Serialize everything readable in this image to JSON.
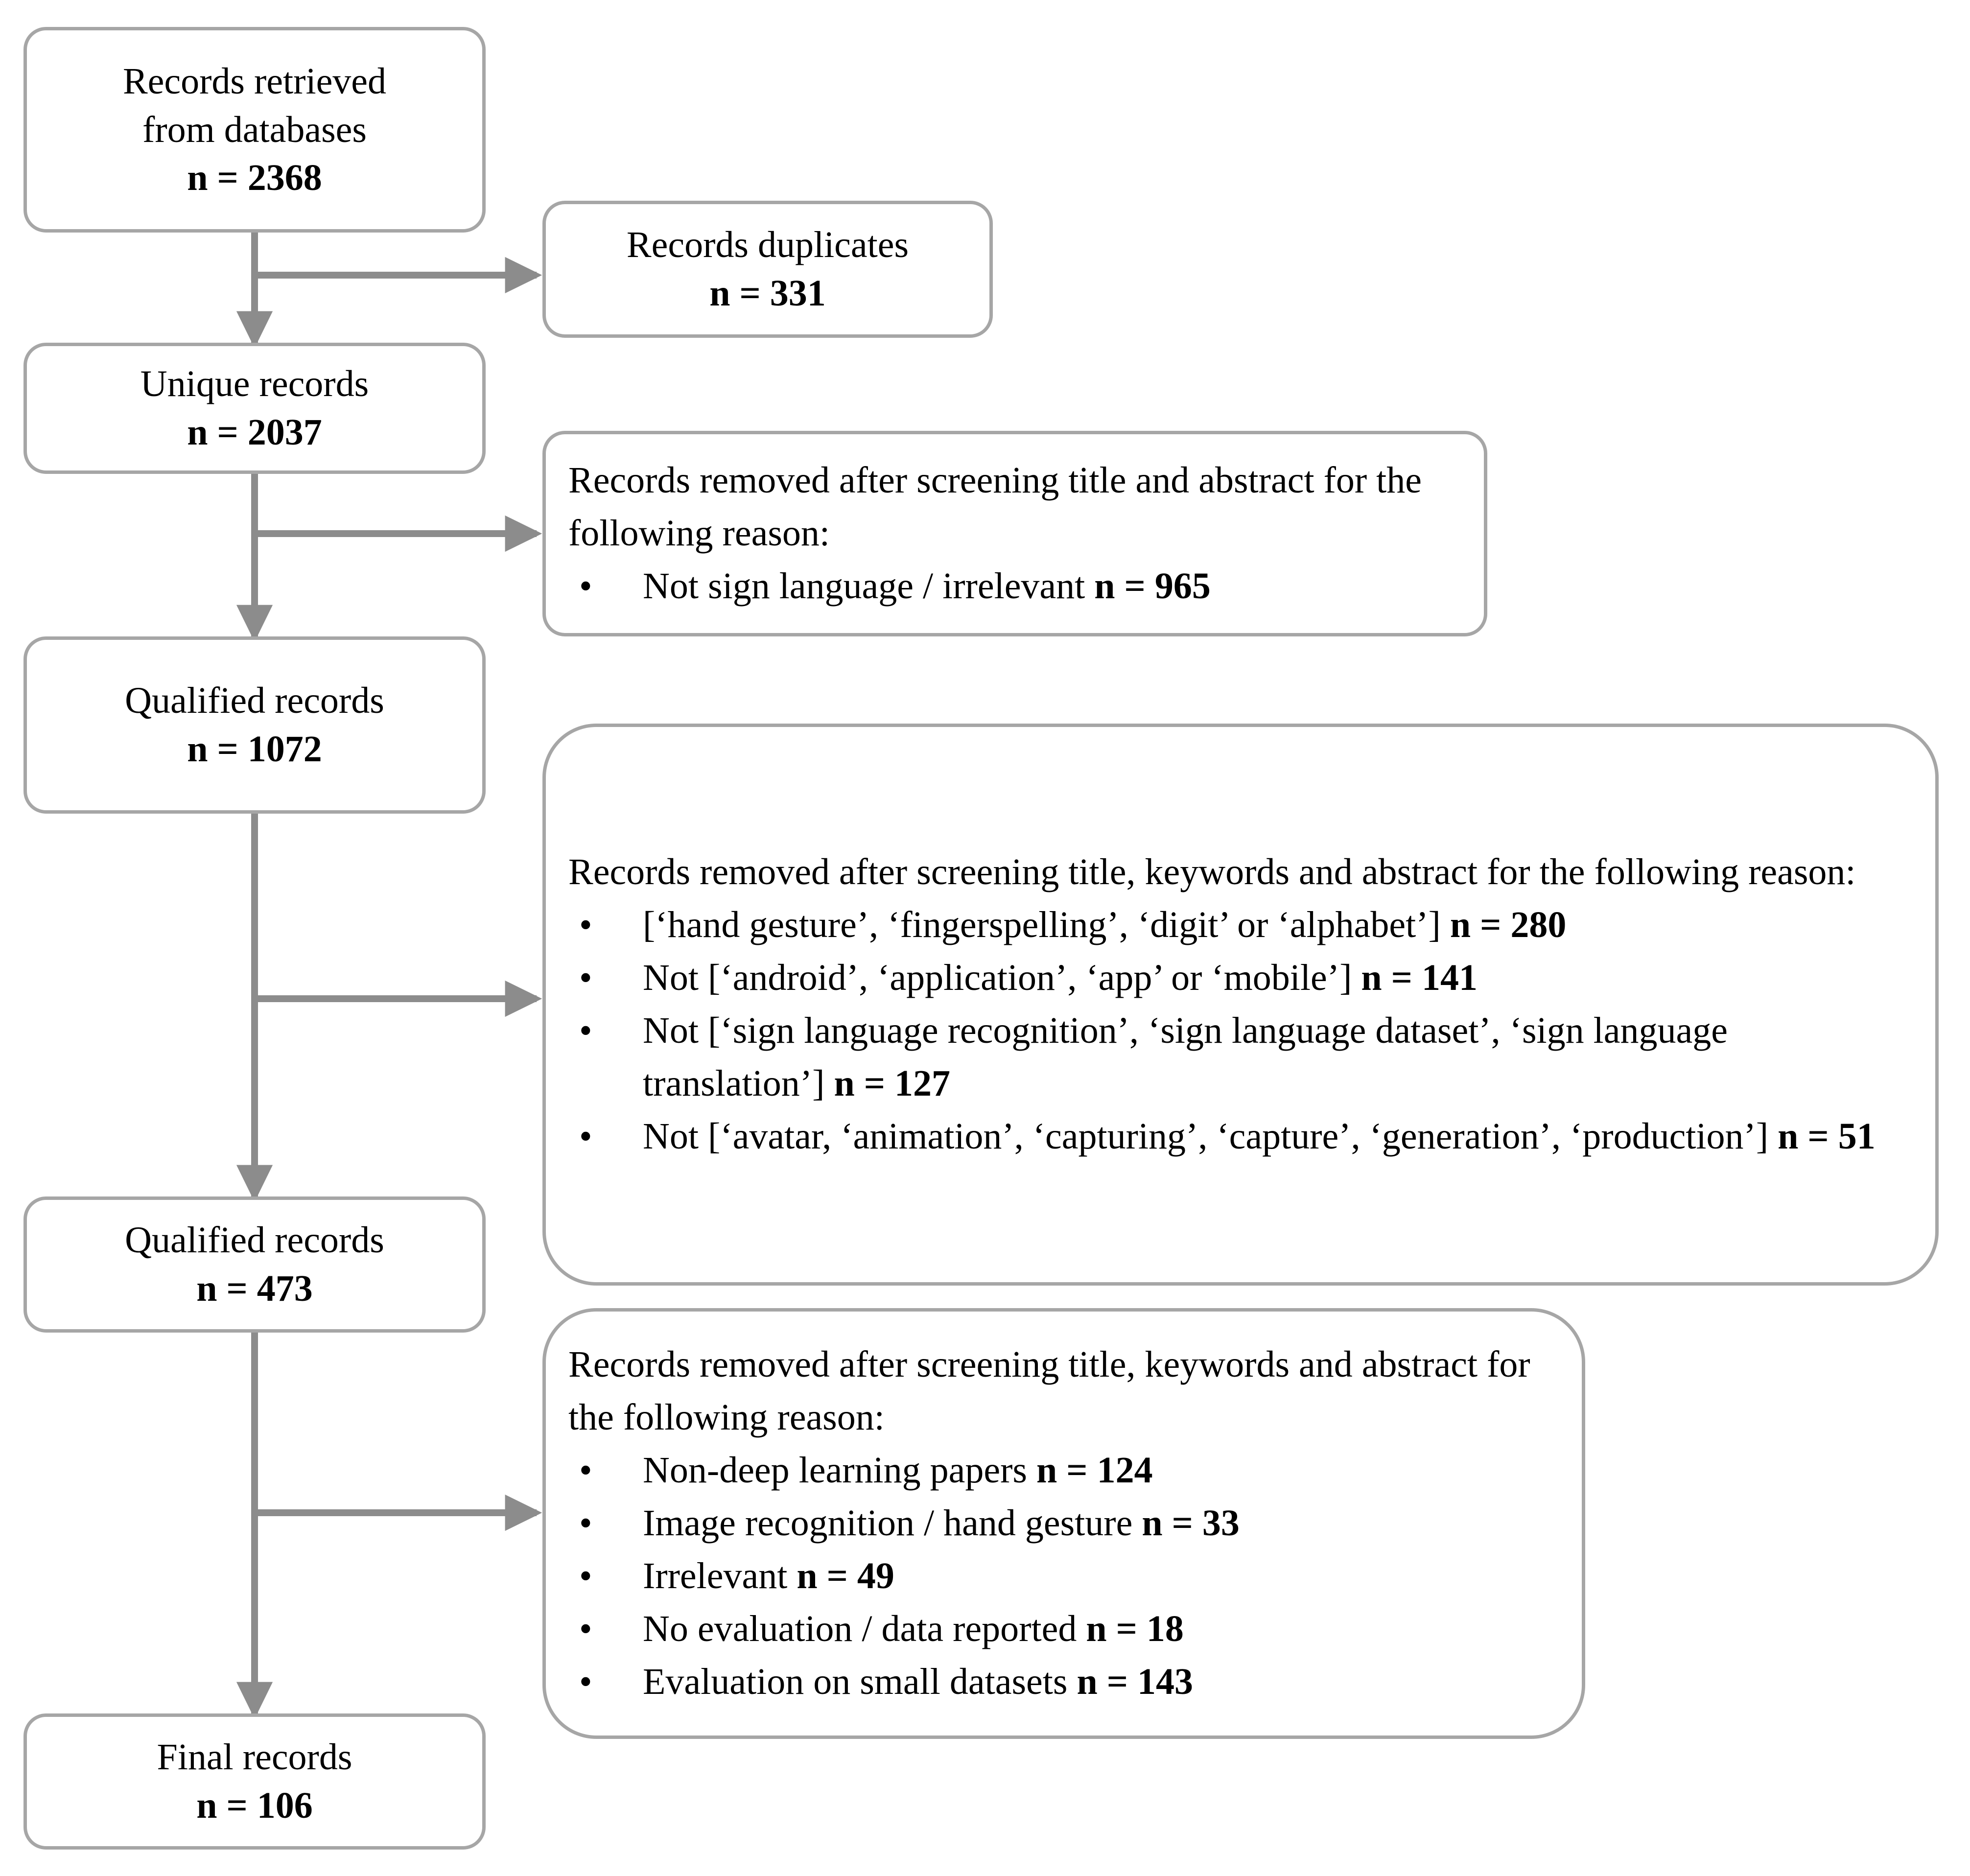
{
  "diagram": {
    "title": "PRISMA record screening flow",
    "accent_color": "#a6a6a6",
    "text_color": "#000000",
    "background": "#ffffff"
  },
  "flow_nodes": [
    {
      "id": "records-retrieved",
      "line1": "Records retrieved",
      "line2": "from databases",
      "count": "n = 2368"
    },
    {
      "id": "unique-records",
      "line1": "Unique records",
      "line2": "",
      "count": "n = 2037"
    },
    {
      "id": "qualified-records-1",
      "line1": "Qualified records",
      "line2": "",
      "count": "n = 1072"
    },
    {
      "id": "qualified-records-2",
      "line1": "Qualified records",
      "line2": "",
      "count": "n = 473"
    },
    {
      "id": "final-records",
      "line1": "Final records",
      "line2": "",
      "count": "n = 106"
    }
  ],
  "exclusion_panels": [
    {
      "id": "records-duplicates",
      "head": "Records duplicates",
      "count": "n = 331",
      "bullets": []
    },
    {
      "id": "removed-title-abstract",
      "head": "Records removed after screening title and abstract for the following reason:",
      "count": "",
      "bullets": [
        {
          "text": "Not sign language / irrelevant ",
          "n": "n = 965"
        }
      ]
    },
    {
      "id": "removed-title-keywords-abstract-1",
      "head": "Records removed after screening title, keywords and abstract for the following reason:",
      "count": "",
      "bullets": [
        {
          "text": "[‘hand gesture’, ‘fingerspelling’, ‘digit’ or ‘alphabet’] ",
          "n": "n = 280"
        },
        {
          "text": "Not [‘android’, ‘application’, ‘app’ or  ‘mobile’] ",
          "n": "n = 141"
        },
        {
          "text": "Not [‘sign language recognition’, ‘sign language dataset’, ‘sign language translation’] ",
          "n": "n = 127"
        },
        {
          "text": "Not [‘avatar, ‘animation’, ‘capturing’, ‘capture’, ‘generation’, ‘production’] ",
          "n": "n = 51"
        }
      ]
    },
    {
      "id": "removed-title-keywords-abstract-2",
      "head": "Records removed after screening title, keywords and abstract for the following reason:",
      "count": "",
      "bullets": [
        {
          "text": "Non-deep learning papers ",
          "n": "n = 124"
        },
        {
          "text": "Image recognition / hand gesture ",
          "n": "n = 33"
        },
        {
          "text": "Irrelevant ",
          "n": "n = 49"
        },
        {
          "text": "No evaluation / data reported ",
          "n": "n = 18"
        },
        {
          "text": "Evaluation on small datasets ",
          "n": "n = 143"
        }
      ]
    }
  ],
  "bullet_glyph": "•"
}
